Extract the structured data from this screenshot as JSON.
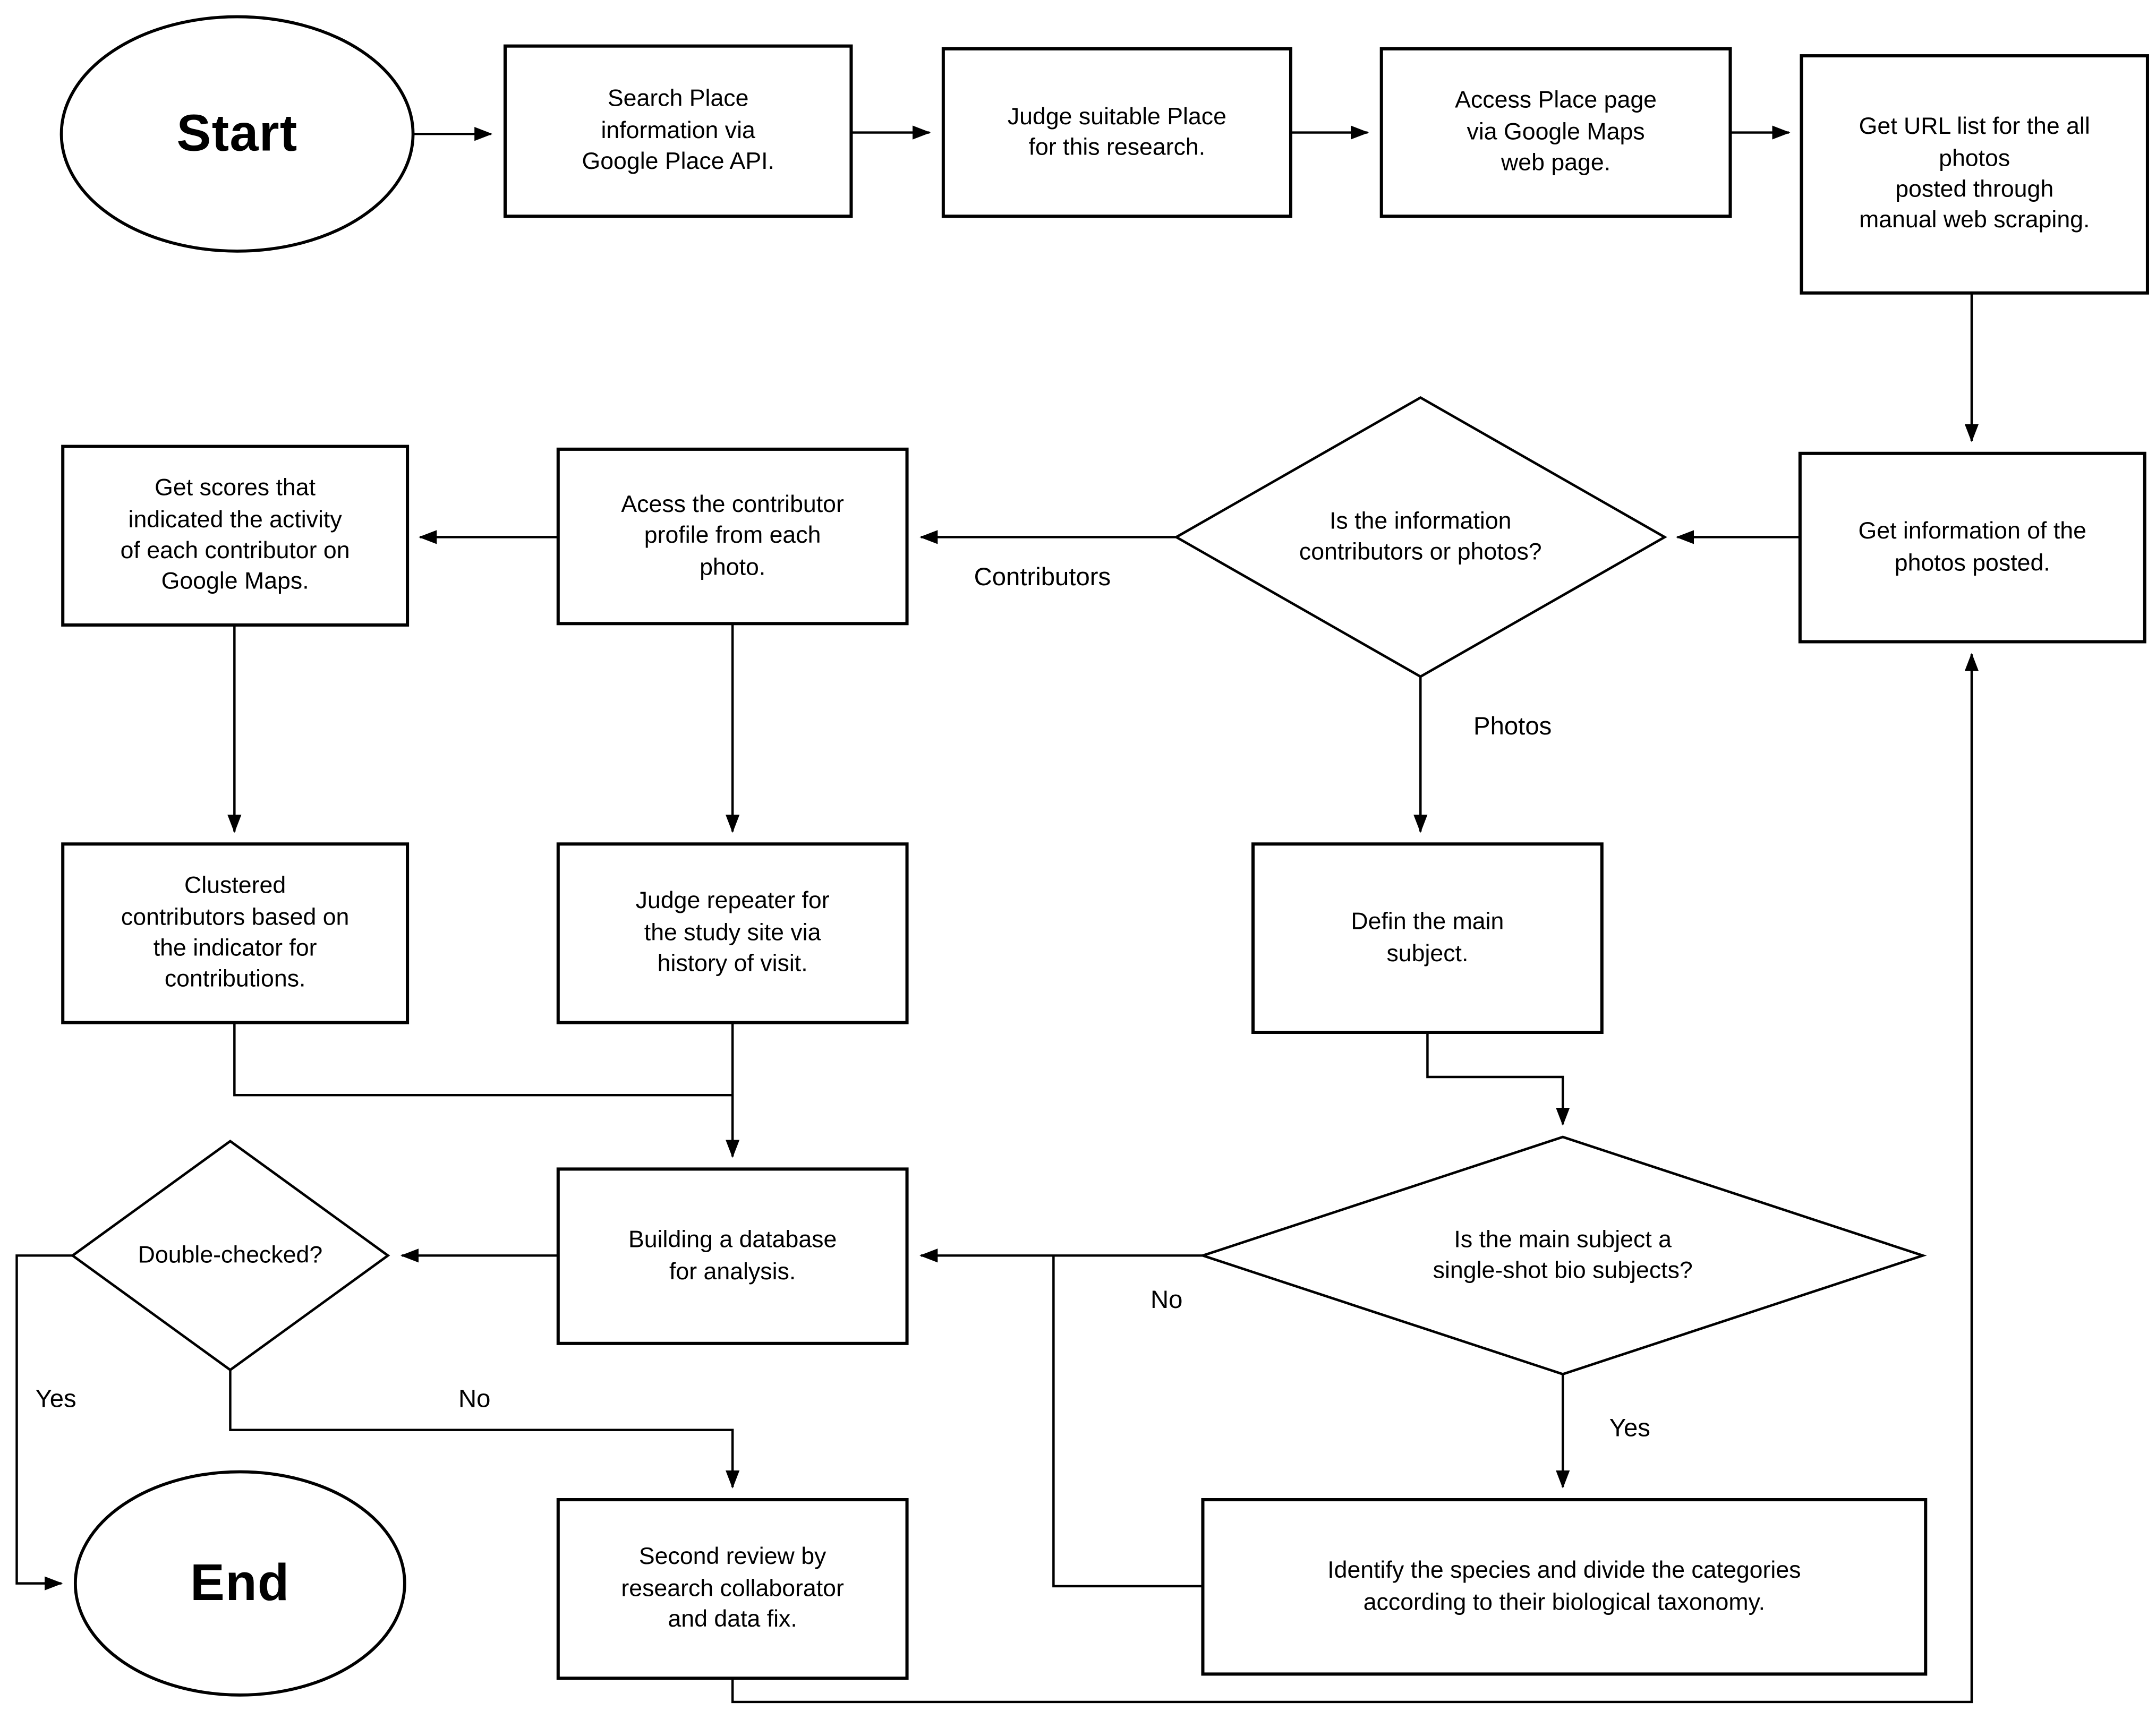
{
  "nodes": {
    "start": {
      "type": "terminator",
      "label": "Start"
    },
    "search_place": {
      "type": "process",
      "label": "Search Place\ninformation via\nGoogle Place API."
    },
    "judge_place": {
      "type": "process",
      "label": "Judge suitable Place\nfor this research."
    },
    "access_place": {
      "type": "process",
      "label": "Access Place page\nvia Google Maps\nweb  page."
    },
    "get_url_list": {
      "type": "process",
      "label": "Get URL list for the all\nphotos\nposted through\nmanual web scraping."
    },
    "get_info": {
      "type": "process",
      "label": "Get information of the\nphotos posted."
    },
    "info_type_decision": {
      "type": "decision",
      "label": "Is the information\ncontributors or photos?"
    },
    "access_contributor": {
      "type": "process",
      "label": "Acess the contributor\nprofile from each\nphoto."
    },
    "get_scores": {
      "type": "process",
      "label": "Get scores that\nindicated the activity\nof each contributor on\nGoogle Maps."
    },
    "clustered": {
      "type": "process",
      "label": "Clustered\ncontributors based on\nthe indicator for\ncontributions."
    },
    "judge_repeater": {
      "type": "process",
      "label": "Judge repeater for\nthe study site via\nhistory of visit."
    },
    "define_subject": {
      "type": "process",
      "label": "Defin the main\nsubject."
    },
    "double_checked": {
      "type": "decision",
      "label": "Double-checked?"
    },
    "building_db": {
      "type": "process",
      "label": "Building a database\nfor analysis."
    },
    "single_shot_decision": {
      "type": "decision",
      "label": "Is the main subject a\nsingle-shot bio subjects?"
    },
    "second_review": {
      "type": "process",
      "label": "Second review by\nresearch collaborator\nand data fix."
    },
    "identify_species": {
      "type": "process",
      "label": "Identify the species and divide the categories\naccording to their biological taxonomy."
    },
    "end": {
      "type": "terminator",
      "label": "End"
    }
  },
  "edge_labels": {
    "contributors": "Contributors",
    "photos": "Photos",
    "double_checked_yes": "Yes",
    "double_checked_no": "No",
    "single_shot_yes": "Yes",
    "single_shot_no": "No"
  },
  "edges": [
    {
      "from": "start",
      "to": "search_place",
      "label": ""
    },
    {
      "from": "search_place",
      "to": "judge_place",
      "label": ""
    },
    {
      "from": "judge_place",
      "to": "access_place",
      "label": ""
    },
    {
      "from": "access_place",
      "to": "get_url_list",
      "label": ""
    },
    {
      "from": "get_url_list",
      "to": "get_info",
      "label": ""
    },
    {
      "from": "get_info",
      "to": "info_type_decision",
      "label": ""
    },
    {
      "from": "info_type_decision",
      "to": "access_contributor",
      "label": "Contributors"
    },
    {
      "from": "info_type_decision",
      "to": "define_subject",
      "label": "Photos"
    },
    {
      "from": "access_contributor",
      "to": "get_scores",
      "label": ""
    },
    {
      "from": "get_scores",
      "to": "clustered",
      "label": ""
    },
    {
      "from": "access_contributor",
      "to": "judge_repeater",
      "label": ""
    },
    {
      "from": "clustered",
      "to": "building_db",
      "label": ""
    },
    {
      "from": "judge_repeater",
      "to": "building_db",
      "label": ""
    },
    {
      "from": "define_subject",
      "to": "single_shot_decision",
      "label": ""
    },
    {
      "from": "single_shot_decision",
      "to": "building_db",
      "label": "No"
    },
    {
      "from": "single_shot_decision",
      "to": "identify_species",
      "label": "Yes"
    },
    {
      "from": "identify_species",
      "to": "building_db",
      "label": ""
    },
    {
      "from": "building_db",
      "to": "double_checked",
      "label": ""
    },
    {
      "from": "double_checked",
      "to": "end",
      "label": "Yes"
    },
    {
      "from": "double_checked",
      "to": "second_review",
      "label": "No"
    },
    {
      "from": "second_review",
      "to": "get_info",
      "label": ""
    }
  ]
}
